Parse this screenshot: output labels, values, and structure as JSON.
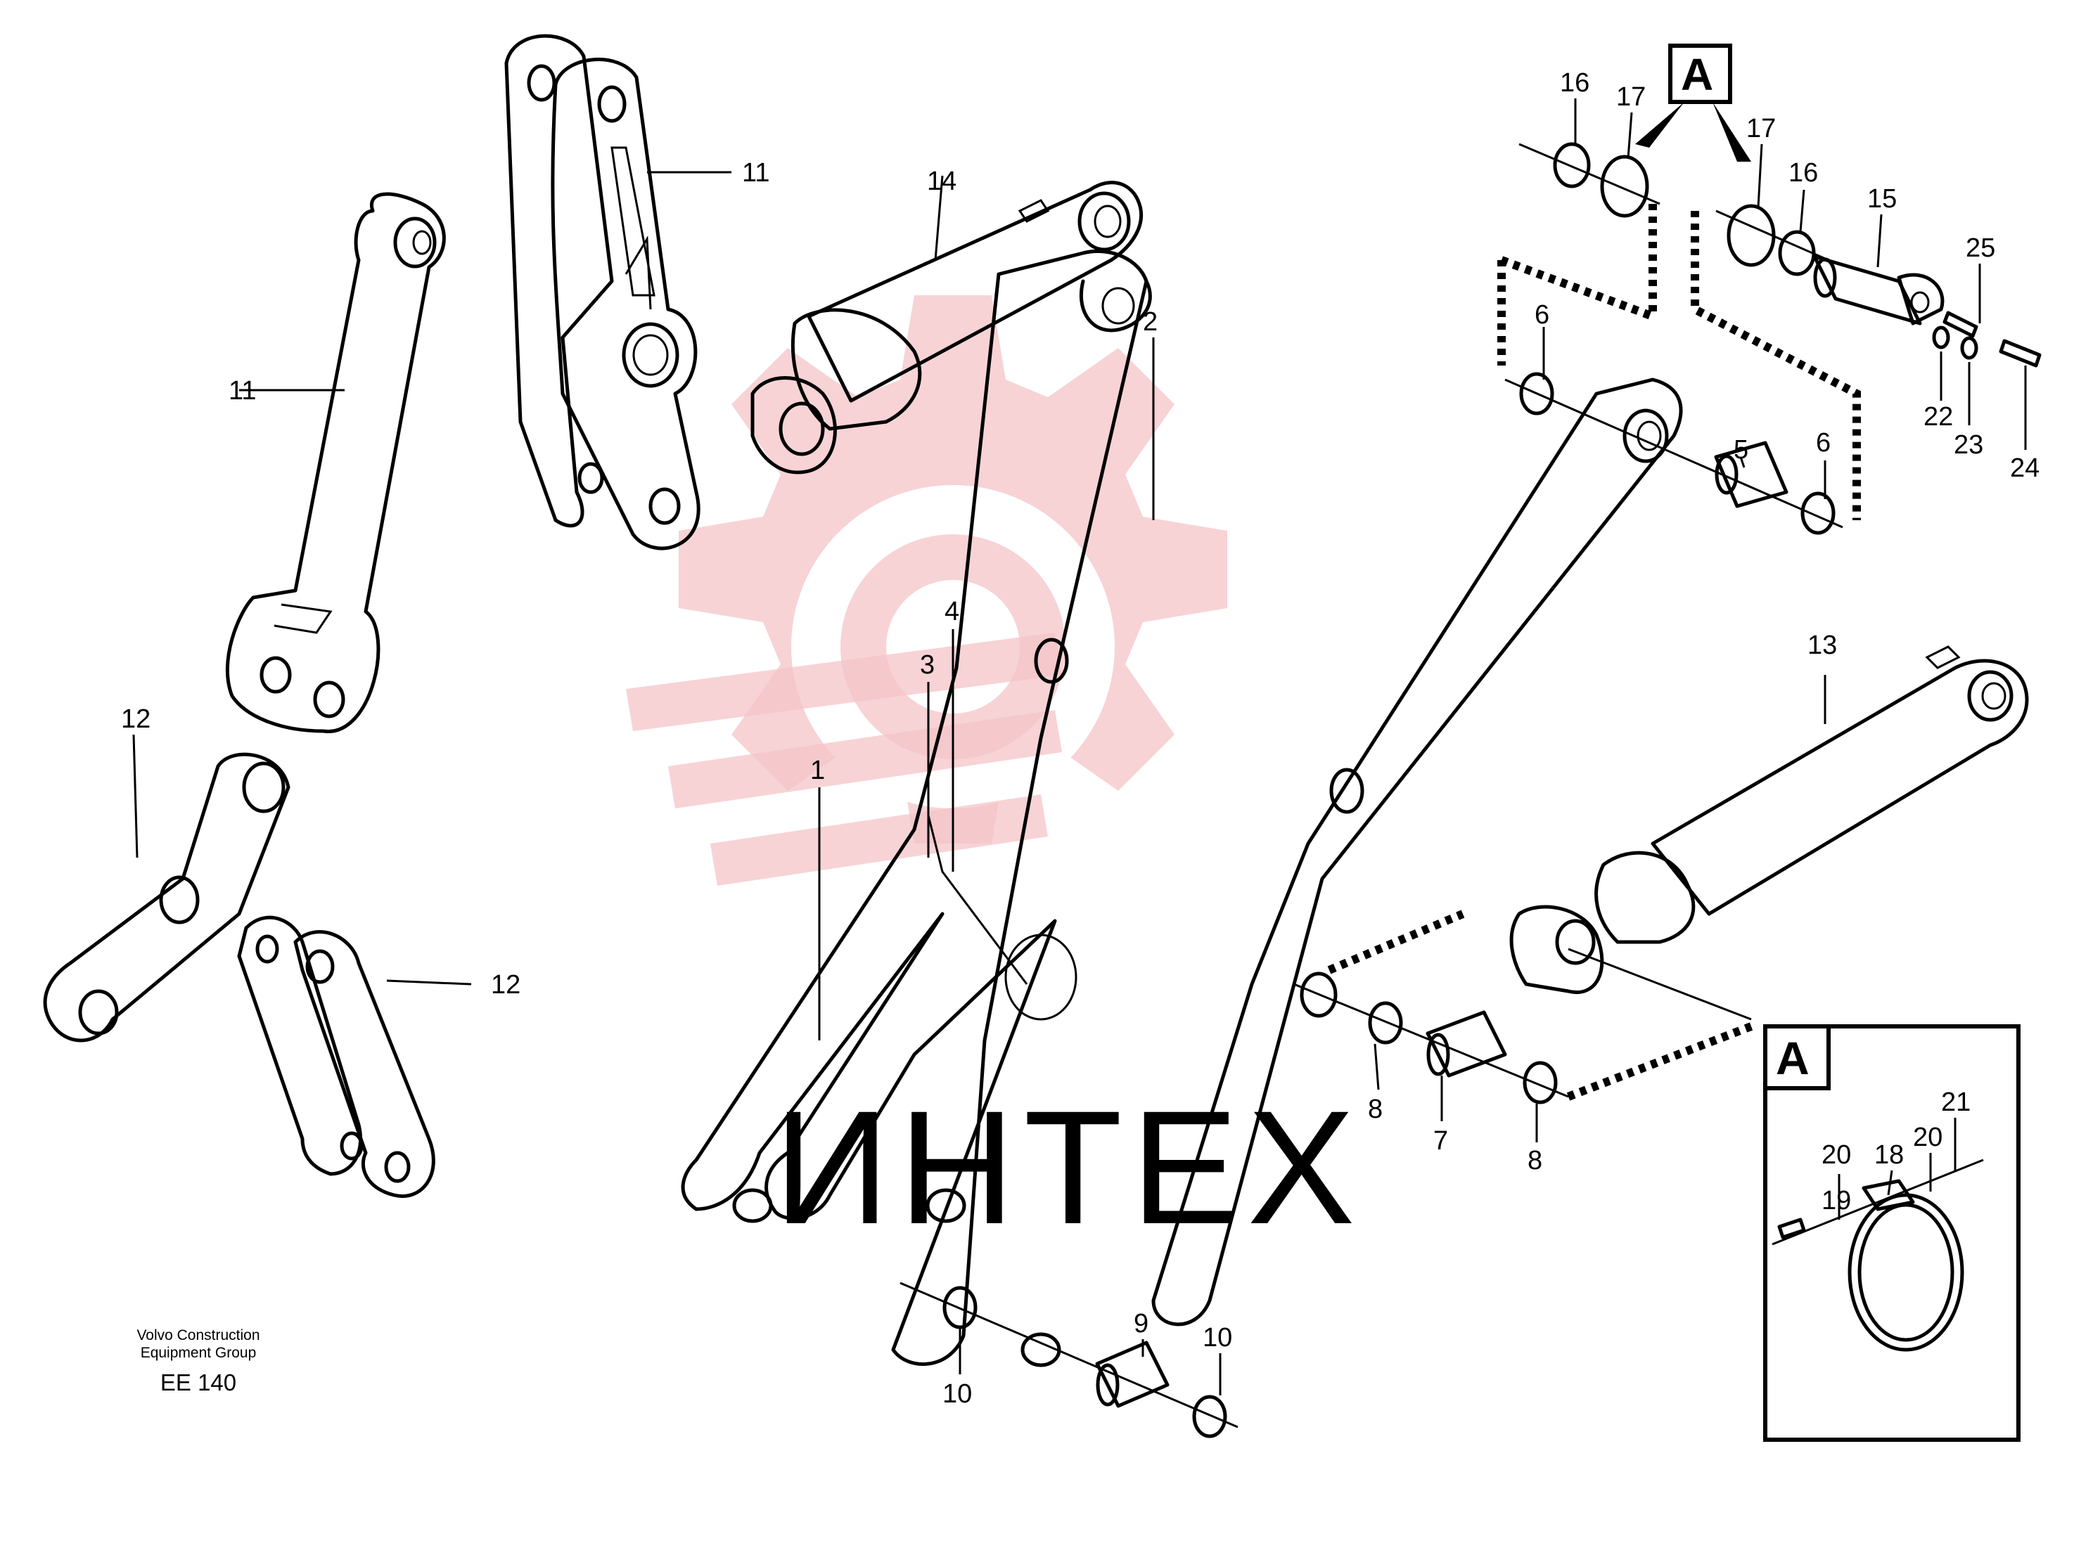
{
  "watermark": {
    "text": "ИНТЕХ",
    "logo_color": "#f4c4c8",
    "text_color": "#d9d9d9"
  },
  "footer": {
    "publisher_line1": "Volvo Construction",
    "publisher_line2": "Equipment Group",
    "figure_code": "EE 140"
  },
  "detail_box": {
    "tag": "A"
  },
  "detail_flag": {
    "tag": "A"
  },
  "callouts": {
    "c1": "1",
    "c2": "2",
    "c3": "3",
    "c4": "4",
    "c5": "5",
    "c6a": "6",
    "c6b": "6",
    "c7": "7",
    "c8a": "8",
    "c8b": "8",
    "c9": "9",
    "c10a": "10",
    "c10b": "10",
    "c11a": "11",
    "c11b": "11",
    "c12a": "12",
    "c12b": "12",
    "c13": "13",
    "c14": "14",
    "c15": "15",
    "c16a": "16",
    "c16b": "16",
    "c17a": "17",
    "c17b": "17",
    "c18": "18",
    "c19": "19",
    "c20a": "20",
    "c20b": "20",
    "c21": "21",
    "c22": "22",
    "c23": "23",
    "c24": "24",
    "c25": "25"
  }
}
